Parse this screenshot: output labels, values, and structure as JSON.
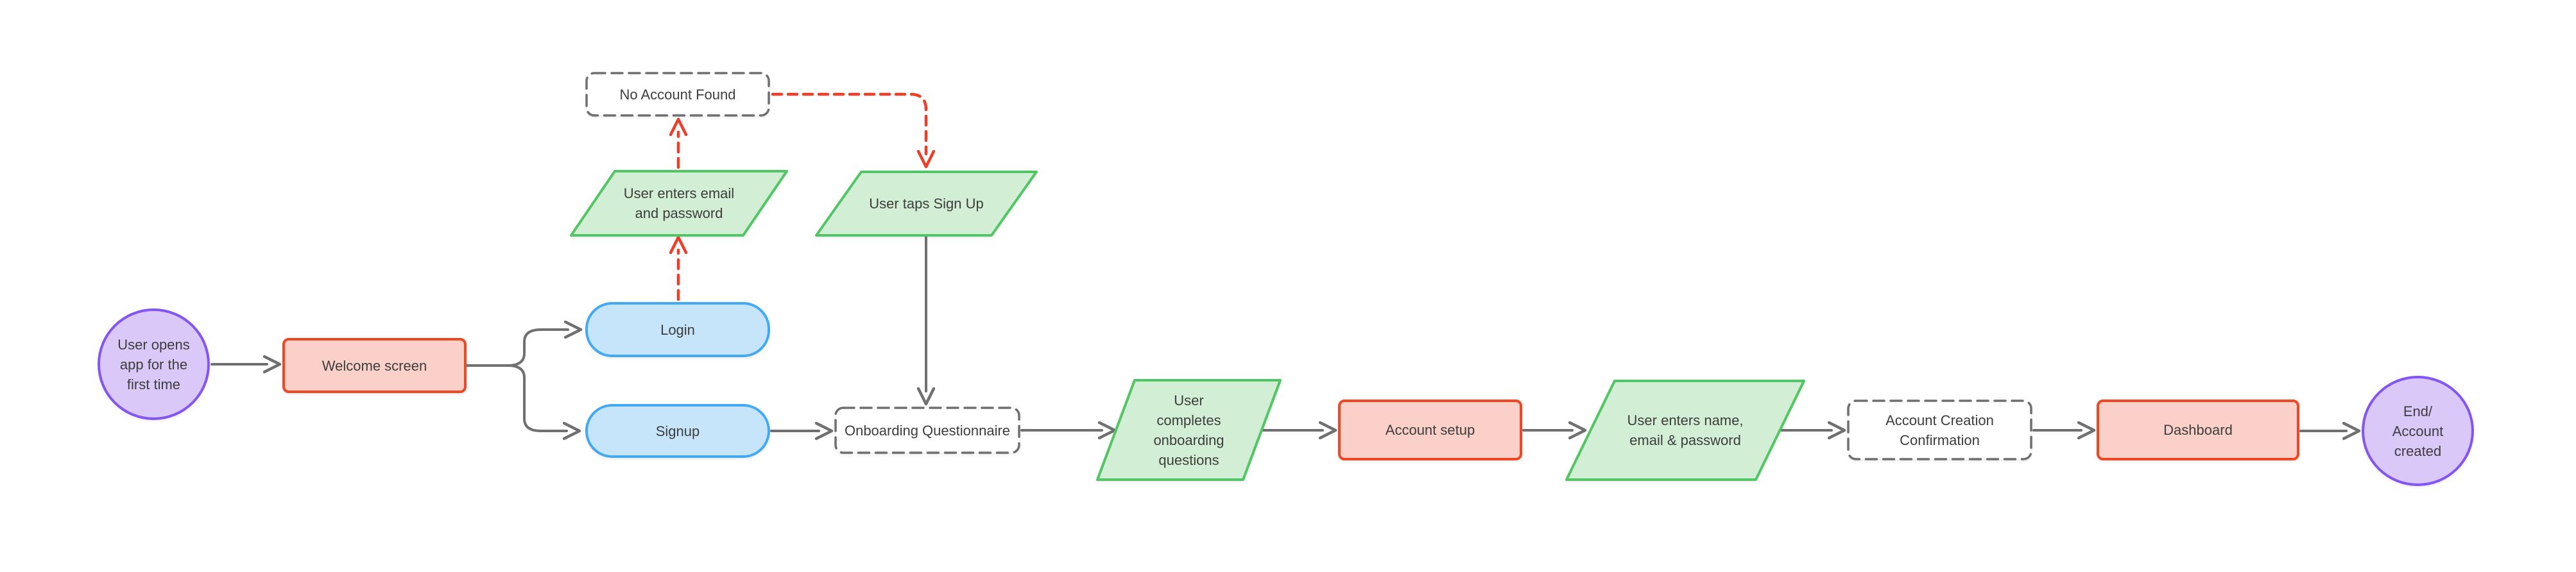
{
  "diagram": {
    "nodes": {
      "start": {
        "label": "User opens\napp for the\nfirst time"
      },
      "welcome": {
        "label": "Welcome screen"
      },
      "login": {
        "label": "Login"
      },
      "signup": {
        "label": "Signup"
      },
      "no_account_found": {
        "label": "No Account Found"
      },
      "enter_email": {
        "label": "User enters email\nand password"
      },
      "taps_signup": {
        "label": "User taps Sign Up"
      },
      "onboarding": {
        "label": "Onboarding Questionnaire"
      },
      "completes_onboarding": {
        "label": "User\ncompletes\nonboarding\nquestions"
      },
      "account_setup": {
        "label": "Account setup"
      },
      "enter_name": {
        "label": "User enters name,\nemail & password"
      },
      "account_confirmation": {
        "label": "Account Creation\nConfirmation"
      },
      "dashboard": {
        "label": "Dashboard"
      },
      "end": {
        "label": "End/\nAccount\ncreated"
      }
    },
    "colors": {
      "background": "#ffffff",
      "text": "#3d3d3d",
      "start_end_fill": "#d9c8f8",
      "start_end_border": "#8355f1",
      "screen_fill": "#fbd0c9",
      "screen_border": "#ee4723",
      "action_fill": "#c6e5fb",
      "action_border": "#43a9f1",
      "input_fill": "#d2efd5",
      "input_border": "#52c564",
      "dashed_fill": "#ffffff",
      "dashed_border": "#6f6f6f",
      "connector": "#707070",
      "connector_alt": "#ee3e2a"
    }
  }
}
